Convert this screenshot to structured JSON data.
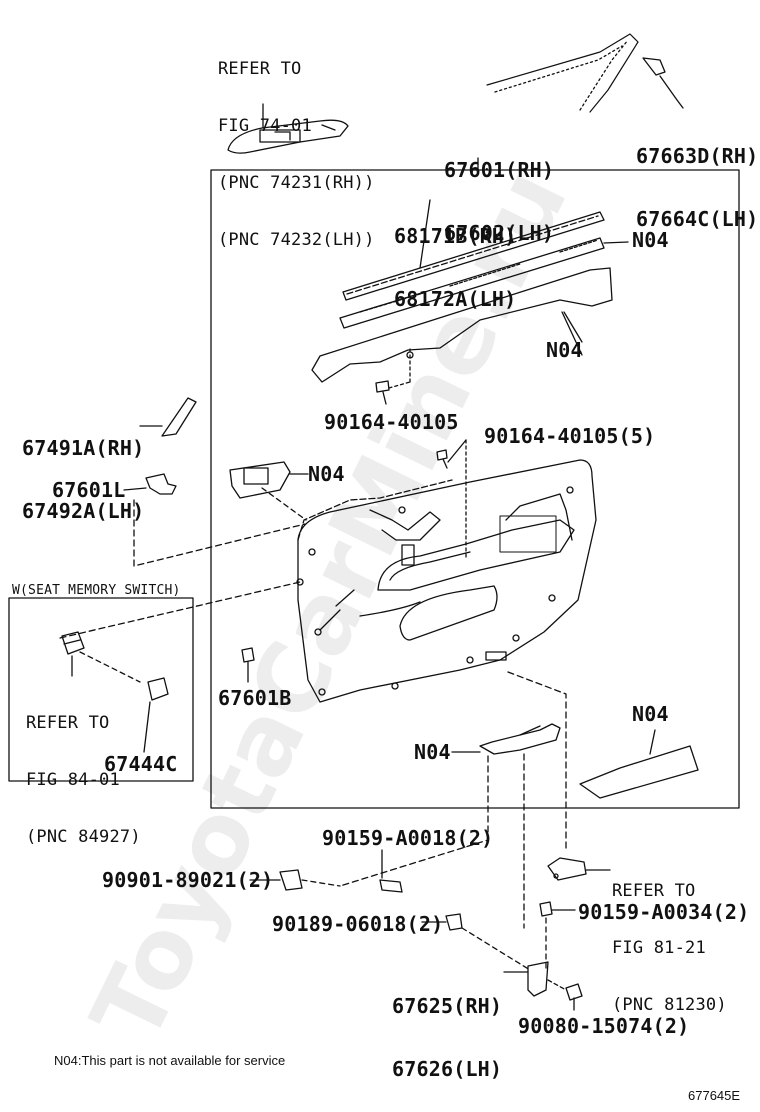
{
  "watermark": "ToyotaCarMine.ru",
  "labels": {
    "ref_fig74": [
      "REFER TO",
      "FIG 74-01",
      "(PNC 74231(RH))",
      "(PNC 74232(LH))"
    ],
    "p67663": [
      "67663D(RH)",
      "67664C(LH)"
    ],
    "p67601": [
      "67601(RH)",
      "67602(LH)"
    ],
    "p68171": [
      "68171B(RH)",
      "68172A(LH)"
    ],
    "n04_a": "N04",
    "n04_b": "N04",
    "p67491": [
      "67491A(RH)",
      "67492A(LH)"
    ],
    "p90164_a": "90164-40105",
    "p90164_b": "90164-40105(5)",
    "p67601l": "67601L",
    "n04_c": "N04",
    "seat_memory": "W(SEAT MEMORY SWITCH)",
    "ref_fig84": [
      "REFER TO",
      "FIG 84-01",
      "(PNC 84927)"
    ],
    "p67444c": "67444C",
    "p67601b": "67601B",
    "n04_d": "N04",
    "n04_e": "N04",
    "p90159_a0018": "90159-A0018(2)",
    "p90901": "90901-89021(2)",
    "ref_fig81": [
      "REFER TO",
      "FIG 81-21",
      "(PNC 81230)"
    ],
    "p90189": "90189-06018(2)",
    "p90159_a0034": "90159-A0034(2)",
    "p67625": [
      "67625(RH)",
      "67626(LH)"
    ],
    "p90080": "90080-15074(2)",
    "footnote": "N04:This part is not available for service",
    "fig_code": "677645E"
  }
}
